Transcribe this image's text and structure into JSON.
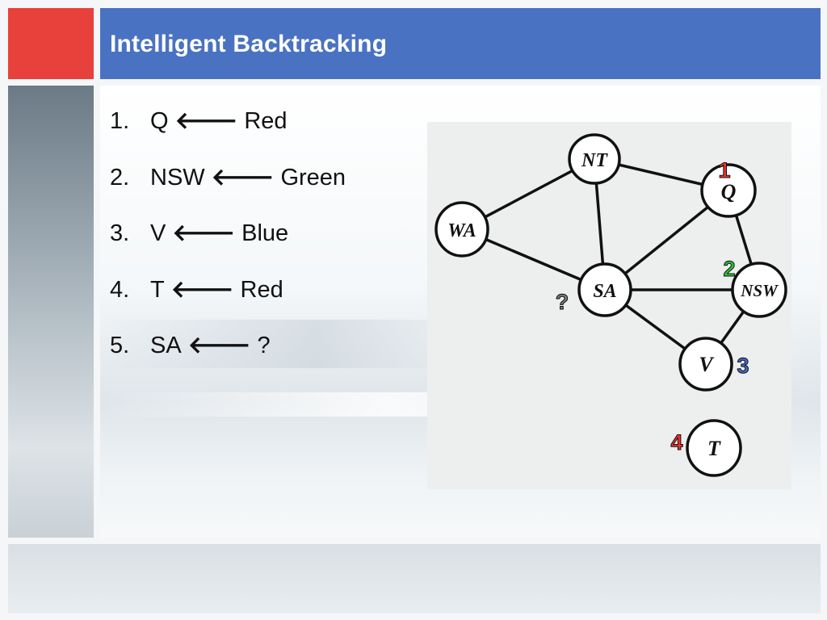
{
  "slide": {
    "title": "Intelligent Backtracking"
  },
  "steps": [
    {
      "num": "1.",
      "variable": "Q",
      "arrow": "🡐",
      "value": "Red"
    },
    {
      "num": "2.",
      "variable": "NSW",
      "arrow": "🡐",
      "value": "Green"
    },
    {
      "num": "3.",
      "variable": "V",
      "arrow": "🡐",
      "value": "Blue"
    },
    {
      "num": "4.",
      "variable": "T",
      "arrow": "🡐",
      "value": "Red"
    },
    {
      "num": "5.",
      "variable": "SA",
      "arrow": "🡐",
      "value": "?"
    }
  ],
  "graph": {
    "nodes": {
      "NT": "NT",
      "Q": "Q",
      "WA": "WA",
      "SA": "SA",
      "NSW": "NSW",
      "V": "V",
      "T": "T"
    },
    "annotations": {
      "q": "1",
      "nsw": "2",
      "v": "3",
      "t": "4",
      "sa": "?"
    },
    "colors": {
      "red": "#e8322b",
      "green": "#2fbf3a",
      "blue": "#3f68c8",
      "gray": "#777777"
    }
  }
}
